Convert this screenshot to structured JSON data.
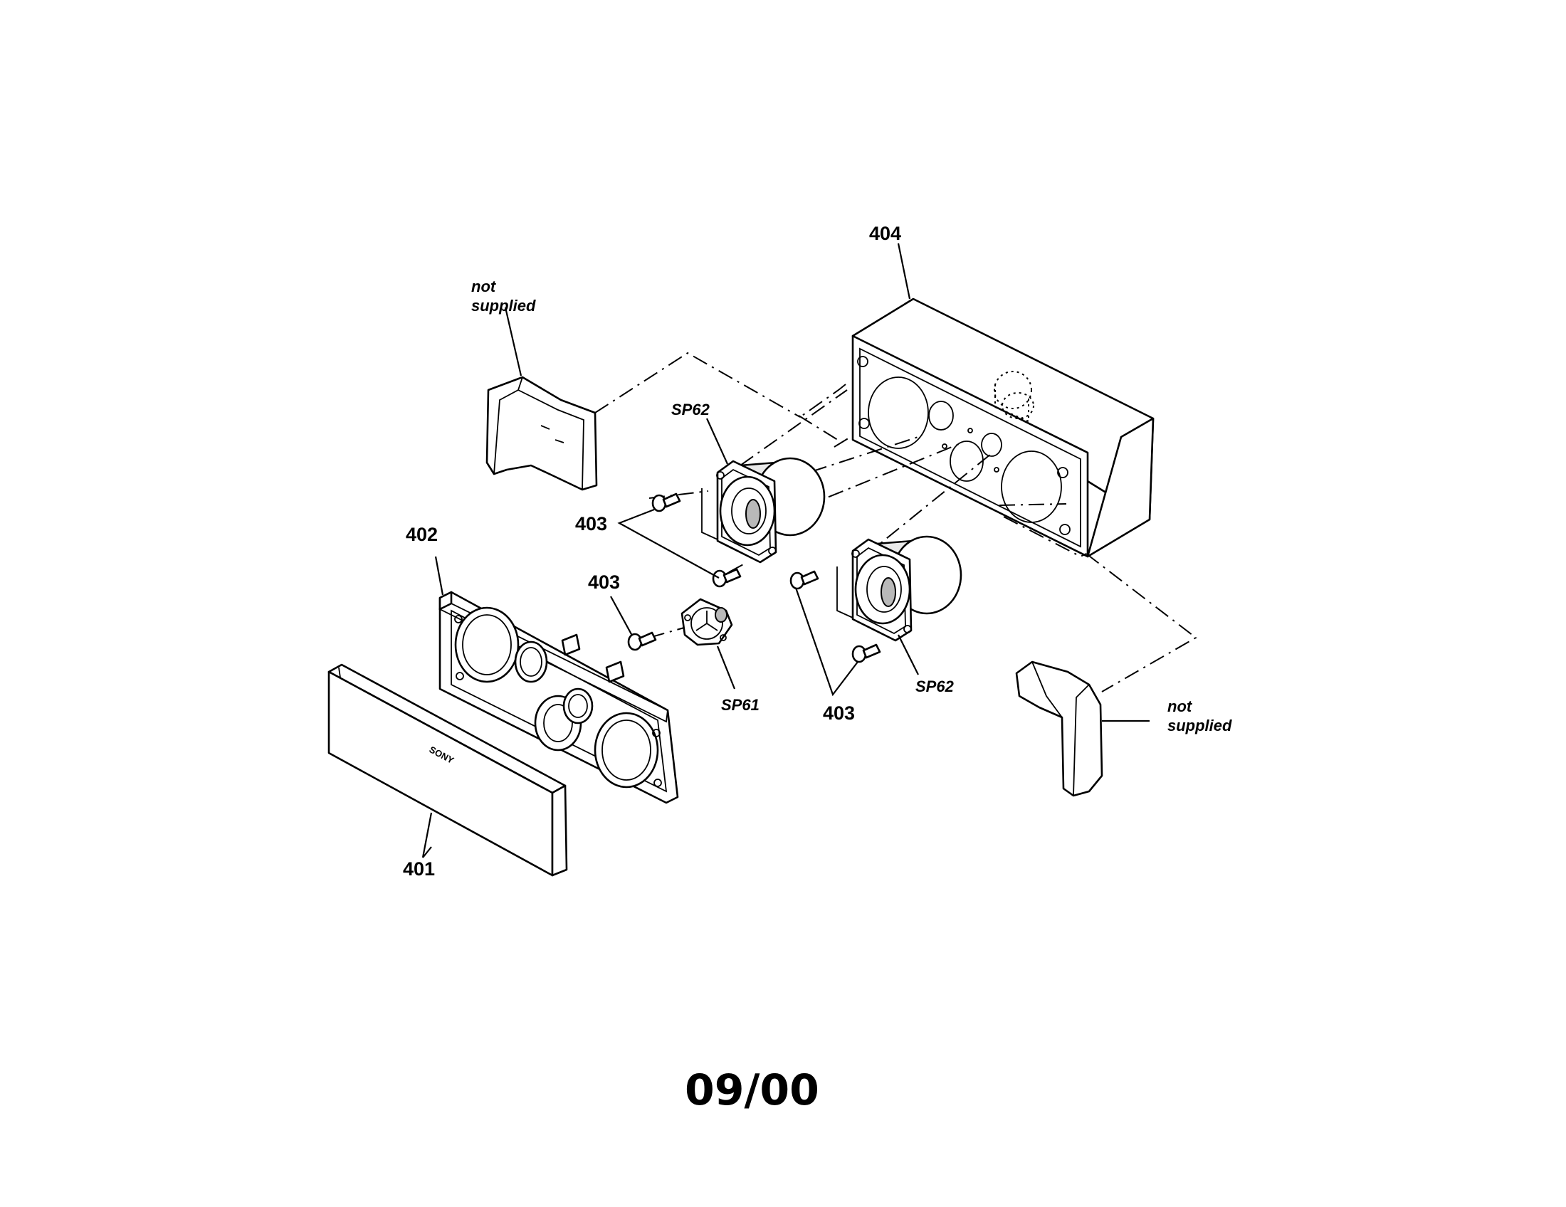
{
  "callouts": {
    "cabinet": "404",
    "grille_frame": "402",
    "front_grille": "401",
    "screws": "403",
    "tweeter": "SP61",
    "woofer": "SP62",
    "end_cap_note_line1": "not",
    "end_cap_note_line2": "supplied"
  },
  "brand_mark": "SONY",
  "footer_code": "09/00"
}
